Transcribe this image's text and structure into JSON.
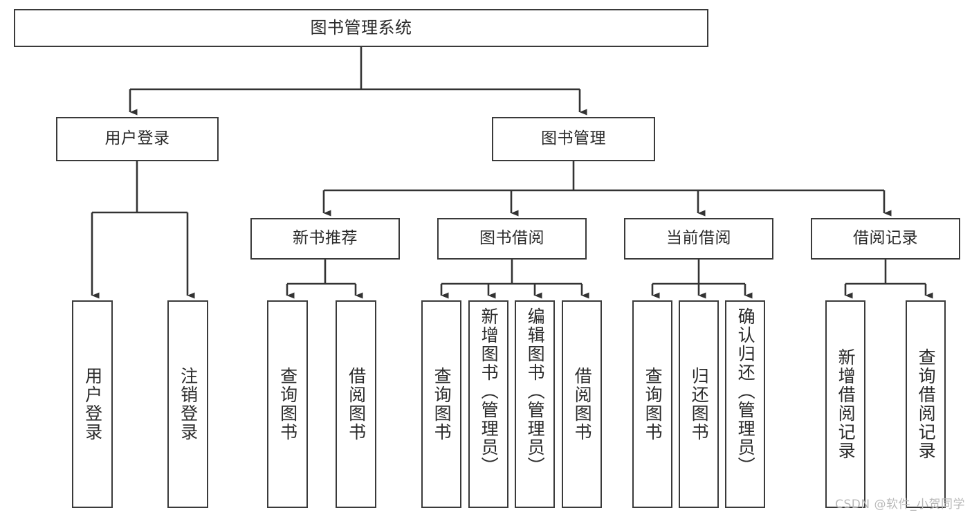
{
  "diagram": {
    "type": "tree-hierarchy",
    "title": "图书管理系统",
    "background_color": "#ffffff",
    "box_border_color": "#3a3a3a",
    "connector_color": "#333333",
    "levels": 4,
    "root": {
      "id": "root",
      "label": "图书管理系统"
    },
    "level2": [
      {
        "id": "user-login",
        "label": "用户登录"
      },
      {
        "id": "book-manage",
        "label": "图书管理"
      }
    ],
    "level3": [
      {
        "id": "new-book-recommend",
        "label": "新书推荐",
        "parent": "book-manage"
      },
      {
        "id": "book-borrow",
        "label": "图书借阅",
        "parent": "book-manage"
      },
      {
        "id": "current-borrow",
        "label": "当前借阅",
        "parent": "book-manage"
      },
      {
        "id": "borrow-record",
        "label": "借阅记录",
        "parent": "book-manage"
      }
    ],
    "leaves": {
      "user-login": [
        {
          "id": "leaf-user-login",
          "label": "用户登录"
        },
        {
          "id": "leaf-logout",
          "label": "注销登录"
        }
      ],
      "new-book-recommend": [
        {
          "id": "leaf-query-book-1",
          "label": "查询图书"
        },
        {
          "id": "leaf-borrow-book-1",
          "label": "借阅图书"
        }
      ],
      "book-borrow": [
        {
          "id": "leaf-query-book-2",
          "label": "查询图书"
        },
        {
          "id": "leaf-add-book",
          "label": "新增图书（管理员）"
        },
        {
          "id": "leaf-edit-book",
          "label": "编辑图书（管理员）"
        },
        {
          "id": "leaf-borrow-book-2",
          "label": "借阅图书"
        }
      ],
      "current-borrow": [
        {
          "id": "leaf-query-book-3",
          "label": "查询图书"
        },
        {
          "id": "leaf-return-book",
          "label": "归还图书"
        },
        {
          "id": "leaf-confirm-return",
          "label": "确认归还（管理员）"
        }
      ],
      "borrow-record": [
        {
          "id": "leaf-add-record",
          "label": "新增借阅记录"
        },
        {
          "id": "leaf-query-record",
          "label": "查询借阅记录"
        }
      ]
    }
  },
  "watermark": {
    "text": "CSDN @软件_小贺同学"
  }
}
